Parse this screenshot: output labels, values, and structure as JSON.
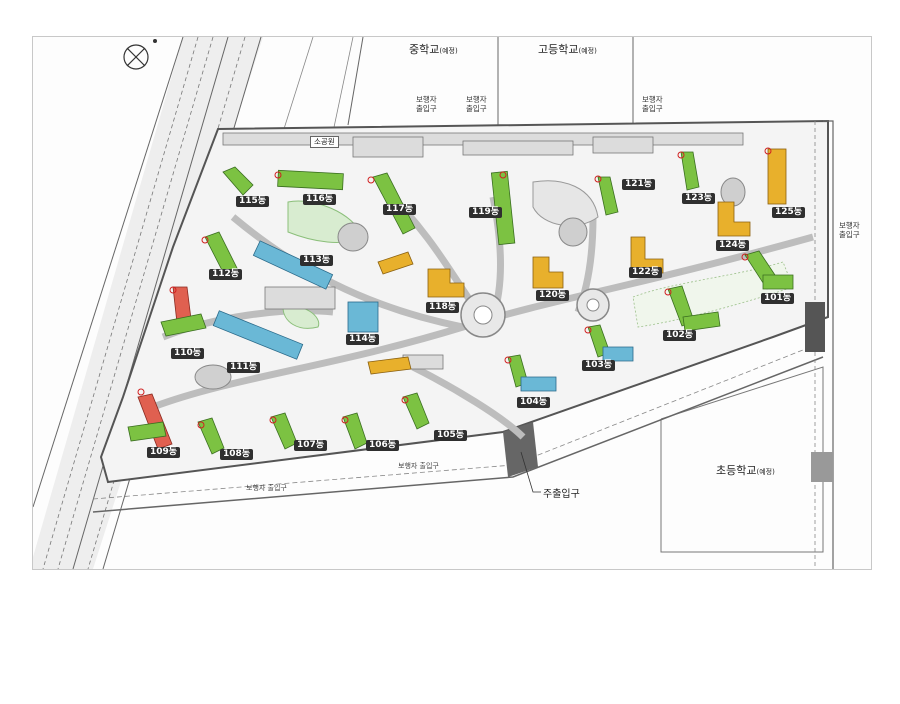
{
  "map": {
    "schools": {
      "middle": {
        "name": "중학교",
        "note": "(예정)"
      },
      "high": {
        "name": "고등학교",
        "note": "(예정)"
      },
      "elementary": {
        "name": "초등학교",
        "note": "(예정)"
      }
    },
    "entrances": {
      "pedestrian_1": [
        "보행자",
        "출입구"
      ],
      "pedestrian_2": [
        "보행자",
        "출입구"
      ],
      "pedestrian_3": [
        "보행자",
        "출입구"
      ],
      "pedestrian_east": [
        "보행자",
        "출입구"
      ],
      "main": "주출입구",
      "bottom_small_1": "보행자 출입구",
      "bottom_small_2": "보행자 출입구"
    },
    "park_label": "소공원",
    "buildings": [
      "101동",
      "102동",
      "103동",
      "104동",
      "105동",
      "106동",
      "107동",
      "108동",
      "109동",
      "110동",
      "111동",
      "112동",
      "113동",
      "114동",
      "115동",
      "116동",
      "117동",
      "118동",
      "119동",
      "120동",
      "121동",
      "122동",
      "123동",
      "124동",
      "125동"
    ],
    "colors": {
      "green": "#7cc242",
      "blue": "#6ab8d6",
      "orange": "#e8b02c",
      "red": "#e06050",
      "road": "#e6e6e6",
      "line": "#555555"
    },
    "compass_icon": "compass-icon"
  }
}
